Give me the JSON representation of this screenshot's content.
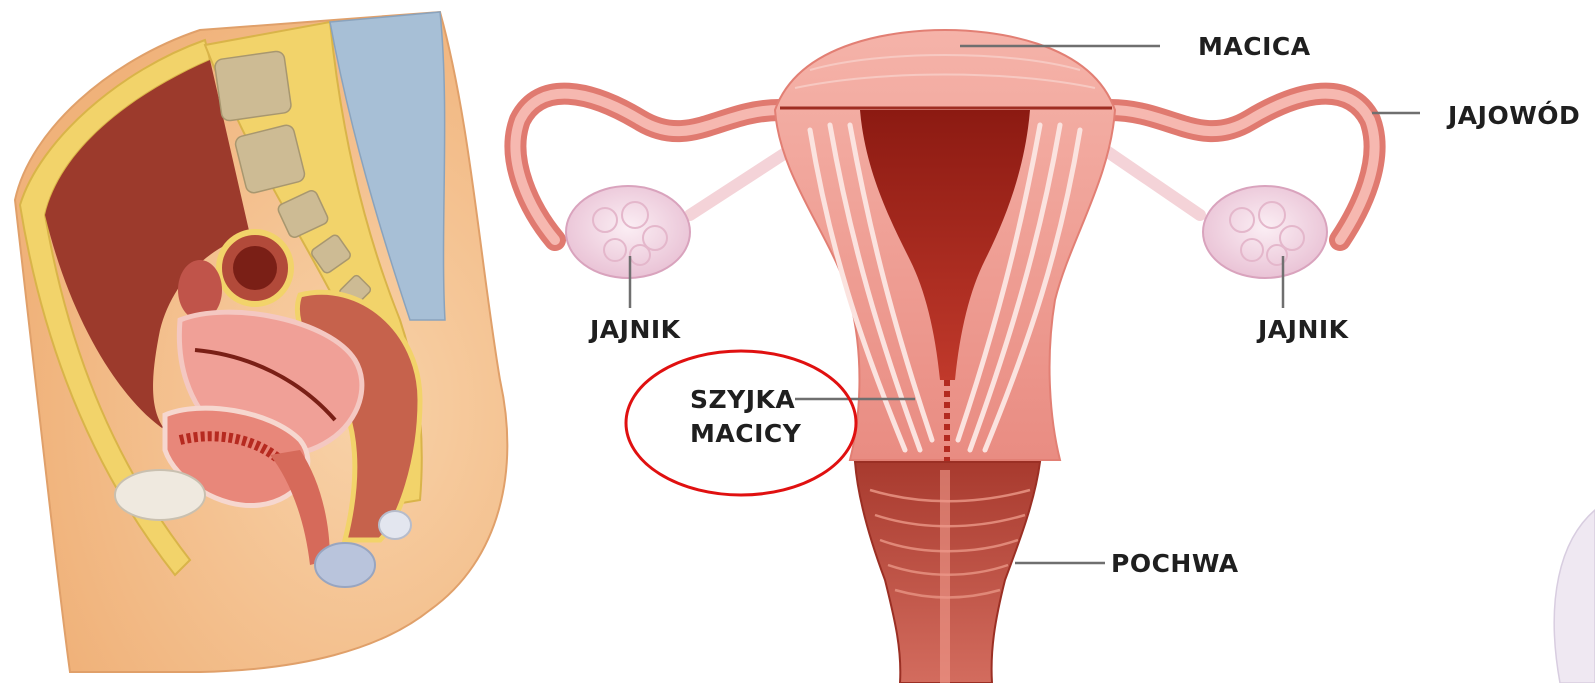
{
  "labels": {
    "macica": "MACICA",
    "jajowod": "JAJOWÓD",
    "jajnik_left": "JAJNIK",
    "jajnik_right": "JAJNIK",
    "szyjka_line1": "SZYJKA",
    "szyjka_line2": "MACICY",
    "pochwa": "POCHWA"
  },
  "highlight": {
    "target": "SZYJKA MACICY",
    "color": "#e01010"
  },
  "colors": {
    "tissue_light": "#f4b0a8",
    "tissue_mid": "#e8867c",
    "tissue_dark": "#a8281e",
    "ovary": "#f3dbe8",
    "bone": "#d8c9a8",
    "fat": "#f2d36a",
    "skin": "#f6c596"
  }
}
